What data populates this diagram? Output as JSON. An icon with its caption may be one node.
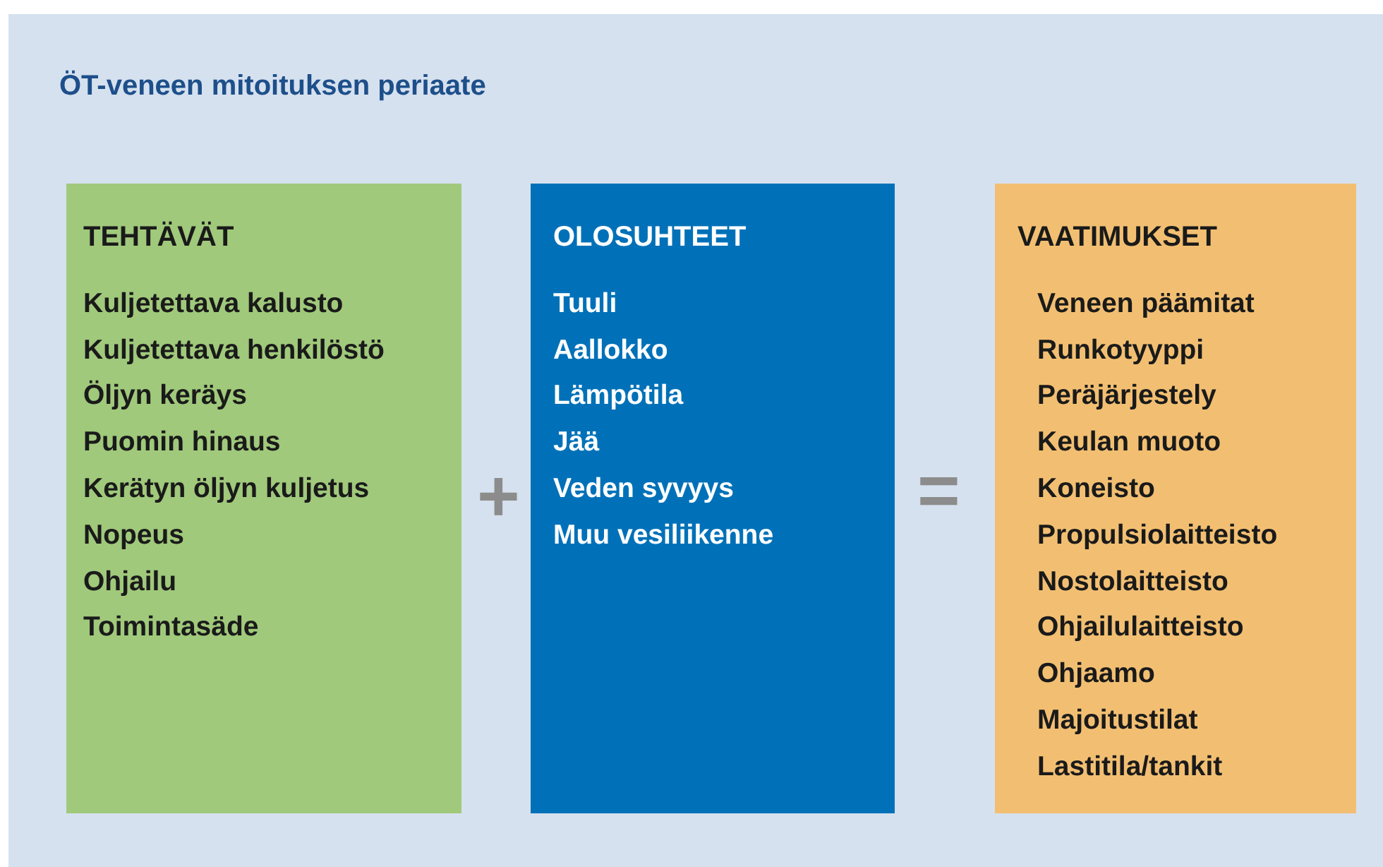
{
  "diagram": {
    "title": "ÖT-veneen mitoituksen periaate",
    "nodes": [
      {
        "text": [
          "TEHTÄVÄT",
          "Kuljetettava kalusto",
          "Kuljetettava henkilöstö",
          "Öljyn keräys",
          "Puomin hinaus",
          "Kerätyn öljyn kuljetus",
          "Nopeus",
          "Ohjailu",
          "Toimintasäde"
        ]
      },
      {
        "text": [
          "OLOSUHTEET",
          "Tuuli",
          "Aallokko",
          "Lämpötila",
          "Jää",
          "Veden syvyys",
          "Muu vesiliikenne"
        ]
      },
      {
        "text": [
          "VAATIMUKSET",
          "Veneen päämitat",
          "Runkotyyppi",
          "Peräjärjestely",
          "Keulan muoto",
          "Koneisto",
          "Propulsiolaitteisto",
          "Nostolaitteisto",
          "Ohjailulaitteisto",
          "Ohjaamo",
          "Majoitustilat",
          "Lastitila/tankit"
        ]
      }
    ],
    "edges": [],
    "labels": [
      "+",
      "="
    ]
  }
}
